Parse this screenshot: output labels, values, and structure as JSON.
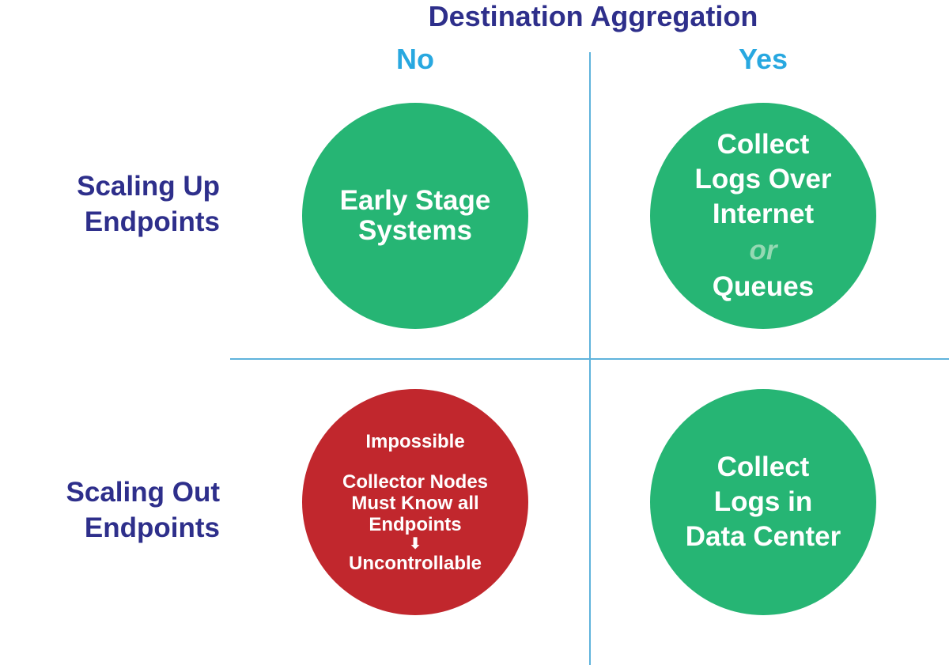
{
  "title": "Destination Aggregation",
  "columns": {
    "no": "No",
    "yes": "Yes"
  },
  "rows": {
    "up": [
      "Scaling Up",
      "Endpoints"
    ],
    "out": [
      "Scaling Out",
      "Endpoints"
    ]
  },
  "quadrants": {
    "top_left": {
      "lines": [
        "Early Stage",
        "Systems"
      ],
      "color": "#26b574"
    },
    "top_right": {
      "lines_before": [
        "Collect",
        "Logs Over",
        "Internet"
      ],
      "or_word": "or",
      "lines_after": [
        "Queues"
      ],
      "color": "#26b574"
    },
    "bottom_left": {
      "heading": "Impossible",
      "lines": [
        "Collector Nodes",
        "Must Know all",
        "Endpoints"
      ],
      "arrow_icon": "down-arrow-icon",
      "arrow_glyph": "⬇",
      "result": "Uncontrollable",
      "color": "#c1272d"
    },
    "bottom_right": {
      "lines": [
        "Collect",
        "Logs in",
        "Data Center"
      ],
      "color": "#26b574"
    }
  },
  "colors": {
    "title": "#2e2f8b",
    "column_header": "#28a8e0",
    "divider": "#5fb3dc",
    "or_word": "#94d9b3"
  }
}
